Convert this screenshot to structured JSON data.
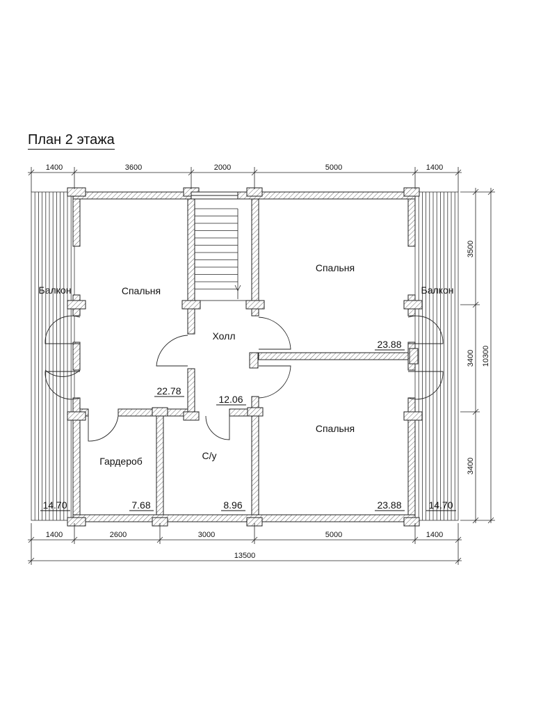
{
  "title": "План 2 этажа",
  "colors": {
    "line": "#222222",
    "hatch": "#555555",
    "background": "#ffffff"
  },
  "rooms": [
    {
      "id": "bedroom-left",
      "name": "Спальня",
      "area": "22.78"
    },
    {
      "id": "bedroom-top-right",
      "name": "Спальня",
      "area": "23.88"
    },
    {
      "id": "bedroom-bottom-right",
      "name": "Спальня",
      "area": "23.88"
    },
    {
      "id": "hall",
      "name": "Холл",
      "area": "12.06"
    },
    {
      "id": "wardrobe",
      "name": "Гардероб",
      "area": "7.68"
    },
    {
      "id": "bathroom",
      "name": "С/у",
      "area": "8.96"
    },
    {
      "id": "balcony-left",
      "name": "Балкон",
      "area": "14.70"
    },
    {
      "id": "balcony-right",
      "name": "Балкон",
      "area": "14.70"
    }
  ],
  "dimensions": {
    "top": [
      "1400",
      "3600",
      "2000",
      "5000",
      "1400"
    ],
    "bottom": [
      "1400",
      "2600",
      "3000",
      "5000",
      "1400"
    ],
    "total_width": "13500",
    "right": [
      "3500",
      "3400",
      "3400"
    ],
    "total_height": "10300"
  }
}
